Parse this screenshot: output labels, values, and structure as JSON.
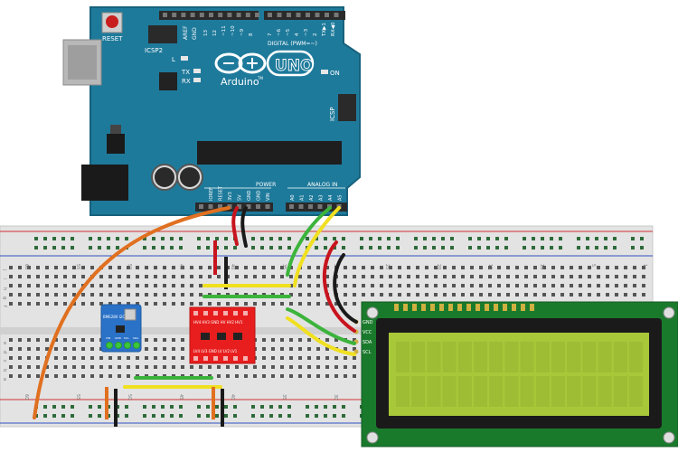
{
  "arduino": {
    "reset_label": "RESET",
    "icsp2_label": "ICSP2",
    "icsp_label": "ICSP",
    "logo_text": "Arduino",
    "uno_text": "UNO",
    "tm_text": "TM",
    "led_l": "L",
    "led_tx": "TX",
    "led_rx": "RX",
    "led_on": "ON",
    "digital_header": "DIGITAL (PWM=~)",
    "aref": "AREF",
    "gnd": "GND",
    "power_header": "POWER",
    "analog_header": "ANALOG IN",
    "power_pins": [
      "IOREF",
      "RESET",
      "3V3",
      "5V",
      "GND",
      "GND",
      "VIN"
    ],
    "analog_pins": [
      "A0",
      "A1",
      "A2",
      "A3",
      "A4",
      "A5"
    ],
    "digital_pins_left": [
      "13",
      "12",
      "~11",
      "~10",
      "~9",
      "8"
    ],
    "digital_pins_right": [
      "7",
      "~6",
      "~5",
      "4",
      "~3",
      "2",
      "TX▶1",
      "RX◀0"
    ],
    "colors": {
      "board": "#1e7a9b",
      "board_dark": "#17617c",
      "header": "#2a2a2a"
    }
  },
  "breadboard": {
    "row_letters_top": [
      "j",
      "i",
      "h",
      "g",
      "f"
    ],
    "row_letters_bottom": [
      "e",
      "d",
      "c",
      "b",
      "a"
    ],
    "column_numbers": [
      "1",
      "5",
      "10",
      "15",
      "20",
      "25",
      "30",
      "35",
      "40",
      "45",
      "50",
      "55",
      "60"
    ]
  },
  "sensor": {
    "label_top": "BME280 I2C",
    "pins": [
      "VIN",
      "GND",
      "SCL",
      "SDA"
    ]
  },
  "level_shifter": {
    "label_top": "HV4 HV3 GND HV HV2 HV1",
    "label_bottom": "LV4 LV3 GND LV LV2 LV1"
  },
  "lcd": {
    "pins": [
      "GND",
      "VCC",
      "SDA",
      "SCL"
    ],
    "screen_color": "#a8c83a",
    "pcb_color": "#1a7a2c"
  },
  "wire_colors": {
    "orange": "#e07020",
    "red": "#c8141e",
    "black": "#1a1a1a",
    "yellow": "#f0e020",
    "green": "#3cb43c"
  }
}
